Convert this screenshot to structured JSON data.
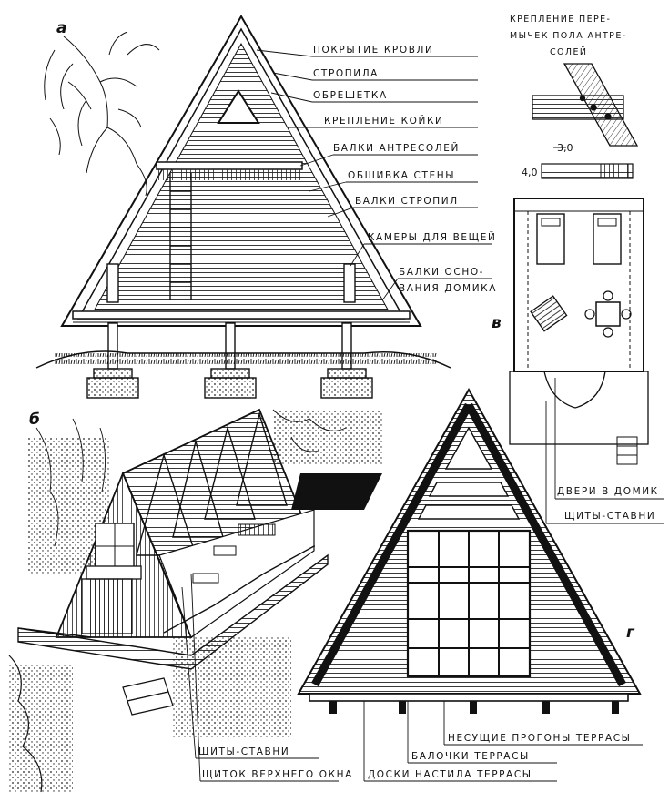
{
  "panels": {
    "a": "а",
    "b": "б",
    "v": "в",
    "g": "г"
  },
  "labels_a": [
    "ПОКРЫТИЕ КРОВЛИ",
    "СТРОПИЛА",
    "ОБРЕШЕТКА",
    "КРЕПЛЕНИЕ КОЙКИ",
    "БАЛКИ АНТРЕСОЛЕЙ",
    "ОБШИВКА СТЕНЫ",
    "БАЛКИ СТРОПИЛ",
    "КАМЕРЫ ДЛЯ ВЕЩЕЙ",
    "БАЛКИ ОСНО-",
    "ВАНИЯ ДОМИКА"
  ],
  "detail_title": [
    "КРЕПЛЕНИЕ ПЕРЕ-",
    "МЫЧЕК ПОЛА АНТРЕ-",
    "СОЛЕЙ"
  ],
  "dims": {
    "w": "3,0",
    "h": "4,0"
  },
  "plan_labels": [
    "ДВЕРИ В ДОМИК",
    "ЩИТЫ-СТАВНИ"
  ],
  "labels_b": [
    "ЩИТЫ-СТАВНИ",
    "ЩИТОК ВЕРХНЕГО ОКНА"
  ],
  "labels_g": [
    "НЕСУЩИЕ ПРОГОНЫ ТЕРРАСЫ",
    "БАЛОЧКИ ТЕРРАСЫ",
    "ДОСКИ НАСТИЛА ТЕРРАСЫ"
  ]
}
